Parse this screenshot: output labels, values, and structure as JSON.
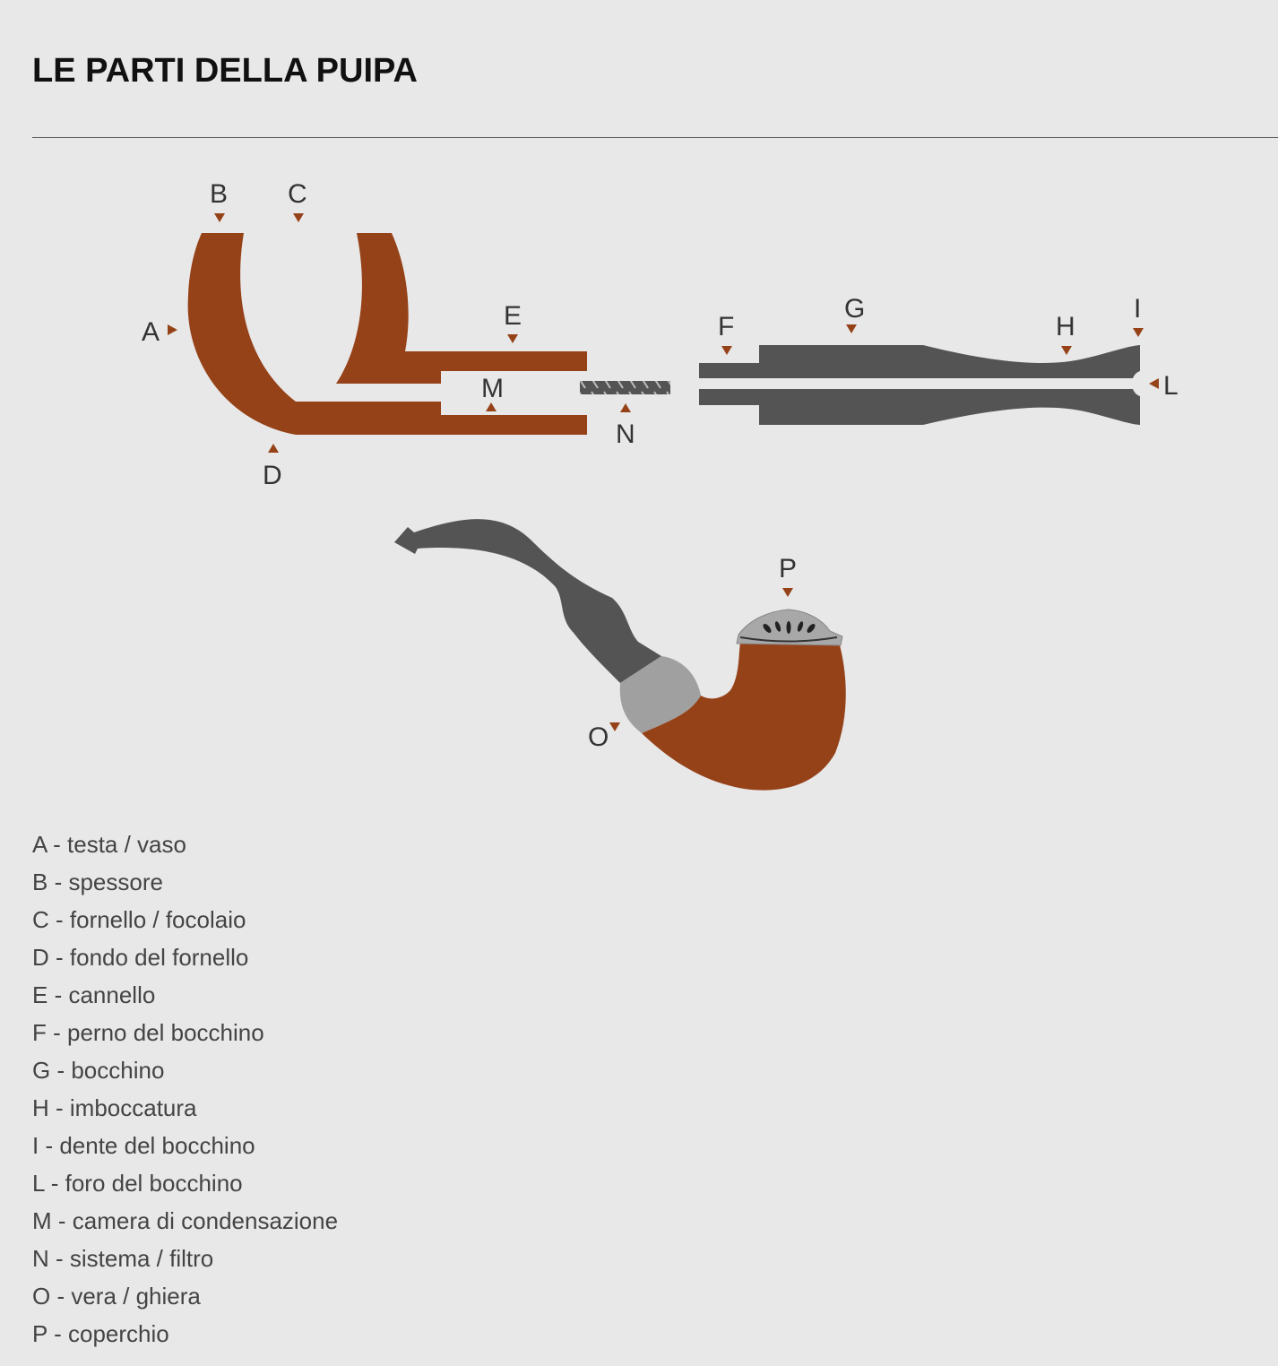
{
  "page": {
    "title": "LE PARTI DELLA PUIPA"
  },
  "colors": {
    "briar": "#964219",
    "ebonite": "#545454",
    "metal": "#a0a0a0",
    "background": "#e8e8e8"
  },
  "diagram": {
    "labels": {
      "A": "A",
      "B": "B",
      "C": "C",
      "D": "D",
      "E": "E",
      "F": "F",
      "G": "G",
      "H": "H",
      "I": "I",
      "L": "L",
      "M": "M",
      "N": "N",
      "O": "O",
      "P": "P"
    }
  },
  "legend": [
    "A - testa / vaso",
    "B - spessore",
    "C - fornello / focolaio",
    "D - fondo del fornello",
    "E - cannello",
    "F - perno del bocchino",
    "G - bocchino",
    "H - imboccatura",
    "I - dente del bocchino",
    "L - foro del bocchino",
    "M - camera di condensazione",
    "N - sistema / filtro",
    "O - vera / ghiera",
    "P - coperchio"
  ]
}
